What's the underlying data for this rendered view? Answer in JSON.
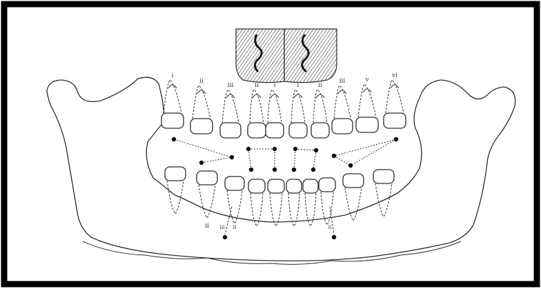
{
  "figure": {
    "colors": {
      "border": "#000000",
      "paper": "#ffffff",
      "ink": "#2a2a2a",
      "hatch": "#3a3a3a"
    },
    "upper_tooth_labels": [
      "i",
      "ii",
      "iii",
      "ii",
      "i",
      "i",
      "ii",
      "iii",
      "v",
      "vi"
    ],
    "lower_tooth_labels": [
      "",
      "ii",
      "",
      "",
      "",
      "",
      "",
      "",
      "",
      ""
    ],
    "bottom_labels": [
      "iii",
      "ii",
      "",
      "ii"
    ]
  }
}
